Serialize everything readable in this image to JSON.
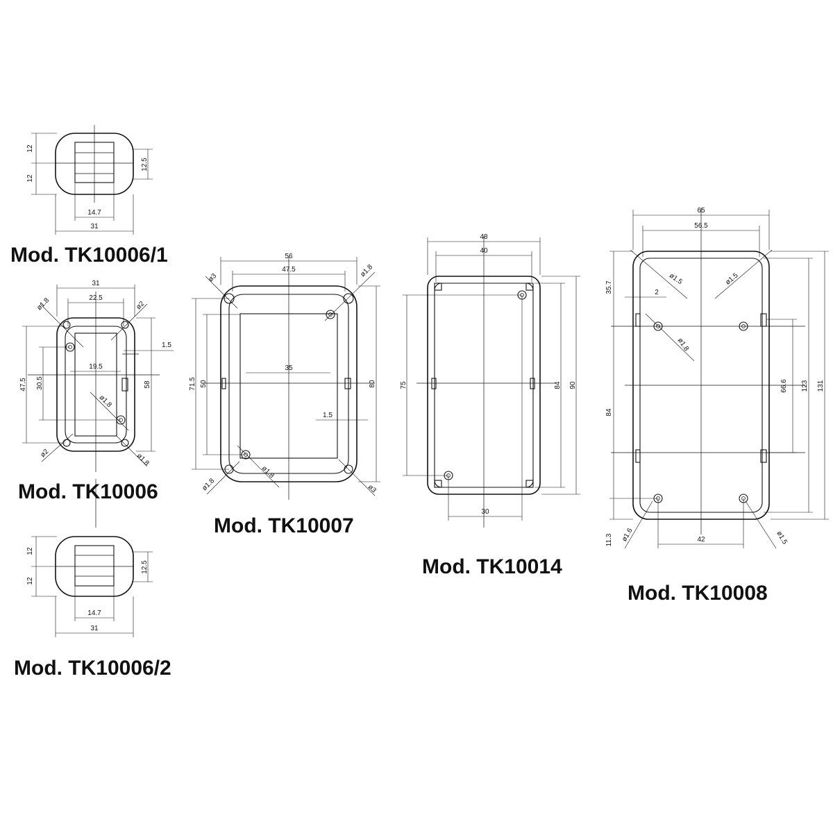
{
  "colors": {
    "line": "#111111",
    "background": "#ffffff"
  },
  "models": {
    "tk10006_1": {
      "title": "Mod. TK10006/1",
      "dims": {
        "height_top": "12",
        "height_bottom": "12",
        "right": "12.5",
        "inner_width": "14.7",
        "width": "31"
      }
    },
    "tk10006": {
      "title": "Mod. TK10006",
      "dims": {
        "width": "31",
        "inner_width": "22.5",
        "hole_tl": "ø1.8",
        "hole_tr": "ø2",
        "wall": "1.5",
        "height_total": "47.5",
        "height_inner": "30.5",
        "center_width": "19.5",
        "height_right": "58",
        "hole_center": "ø1.8",
        "hole_bl": "ø2",
        "hole_br": "ø1.8"
      }
    },
    "tk10006_2": {
      "title": "Mod. TK10006/2",
      "dims": {
        "height_top": "12",
        "height_bottom": "12",
        "right": "12.5",
        "inner_width": "14.7",
        "width": "31"
      }
    },
    "tk10007": {
      "title": "Mod. TK10007",
      "dims": {
        "width": "56",
        "inner_width": "47.5",
        "hole_tl": "ø3",
        "hole_tr": "ø1.8",
        "height_outer": "71.5",
        "height_inner": "50",
        "center_width": "35",
        "height_right": "80",
        "wall": "1.5",
        "hole_bl": "ø1.8",
        "hole_bc": "ø1.8",
        "hole_br": "ø3"
      }
    },
    "tk10014": {
      "title": "Mod. TK10014",
      "dims": {
        "width": "48",
        "inner_width": "40",
        "height_left": "75",
        "height_right_inner": "84",
        "height_right": "90",
        "bottom_width": "30"
      }
    },
    "tk10008": {
      "title": "Mod. TK10008",
      "dims": {
        "width": "65",
        "inner_width": "56.5",
        "top_offset": "35.7",
        "hole_tl": "ø1.5",
        "hole_tr": "ø1.5",
        "wall": "2",
        "hole_inner": "ø1.8",
        "height_mid": "66.6",
        "height_inner": "123",
        "height_total": "131",
        "height_left": "84",
        "bottom_offset": "11.3",
        "hole_bl": "ø1.6",
        "bottom_width": "42",
        "hole_br": "ø1.5"
      }
    }
  }
}
